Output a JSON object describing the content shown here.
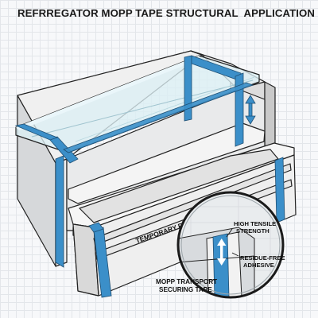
{
  "title": "REFRREGATOR MOPP TAPE STRUCTURAL  APPLICATION",
  "labels": {
    "temporary_tape": "TEMPORARY PROTCTIVE TA",
    "high_tensile_1": "HIGH TENSILE",
    "high_tensile_2": "STRENGTH",
    "residue_free_1": "RESIDUE-FREE",
    "residue_free_2": "ADHESIVE",
    "mopp_1": "MOPP TRANSPORT",
    "mopp_2": "SECURING TAPE"
  },
  "colors": {
    "tape": "#3b8fc9",
    "tape_dark": "#2f6f9b",
    "glass": "#dbeef3",
    "cabinet": "#e6e6e6",
    "outline": "#222222"
  }
}
